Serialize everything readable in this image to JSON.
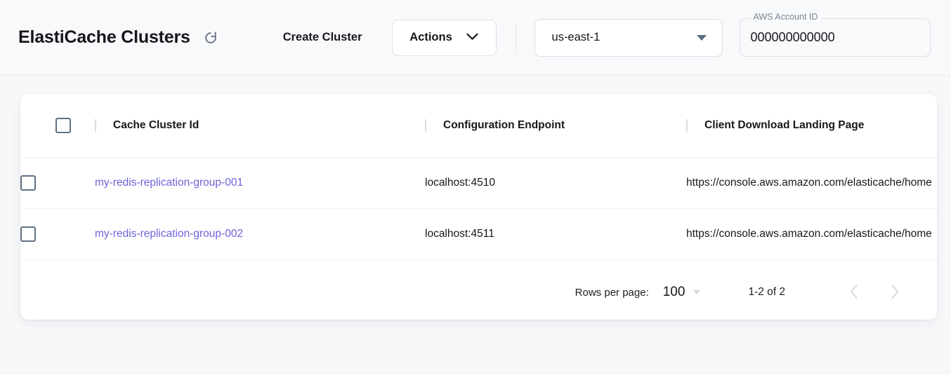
{
  "header": {
    "title": "ElastiCache Clusters",
    "refresh_icon": "refresh-icon",
    "create_button": "Create Cluster",
    "actions_button": "Actions",
    "actions_caret_icon": "chevron-down-icon",
    "region": {
      "value": "us-east-1",
      "caret_icon": "triangle-down-icon"
    },
    "account": {
      "label": "AWS Account ID",
      "value": "000000000000",
      "placeholder": "AWS Account ID"
    }
  },
  "table": {
    "select_all_checkbox": "unchecked",
    "columns": [
      "Cache Cluster Id",
      "Configuration Endpoint",
      "Client Download Landing Page"
    ],
    "rows": [
      {
        "checkbox": "unchecked",
        "cluster_id": "my-redis-replication-group-001",
        "configuration_endpoint": "localhost:4510",
        "landing_page": "https://console.aws.amazon.com/elasticache/home"
      },
      {
        "checkbox": "unchecked",
        "cluster_id": "my-redis-replication-group-002",
        "configuration_endpoint": "localhost:4511",
        "landing_page": "https://console.aws.amazon.com/elasticache/home"
      }
    ]
  },
  "pagination": {
    "rows_per_page_label": "Rows per page:",
    "rows_per_page_value": "100",
    "rows_caret_icon": "triangle-down-icon",
    "range": "1-2 of 2",
    "prev_icon": "chevron-left-icon",
    "next_icon": "chevron-right-icon"
  },
  "colors": {
    "link": "#6c63d8",
    "page_background": "#f7f8fa",
    "card_background": "#ffffff",
    "checkbox_border": "#5f7185"
  }
}
